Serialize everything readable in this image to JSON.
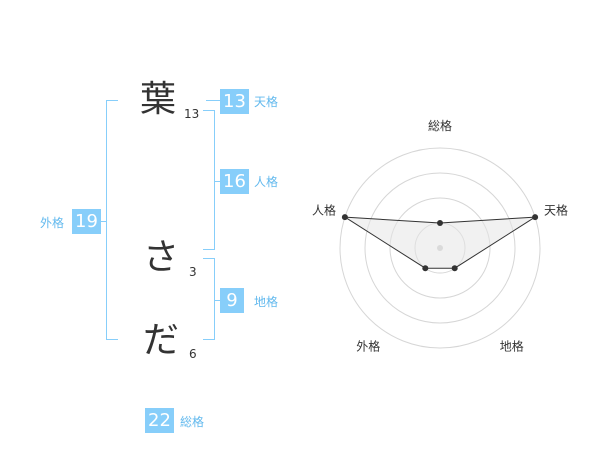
{
  "name_chars": [
    {
      "char": "葉",
      "strokes": "13"
    },
    {
      "char": "さ",
      "strokes": "3"
    },
    {
      "char": "だ",
      "strokes": "6"
    }
  ],
  "fortune": {
    "tenkaku": {
      "value": "13",
      "label": "天格"
    },
    "jinkaku": {
      "value": "16",
      "label": "人格"
    },
    "chikaku": {
      "value": "9",
      "label": "地格"
    },
    "gaikaku": {
      "value": "19",
      "label": "外格"
    },
    "soukaku": {
      "value": "22",
      "label": "総格"
    }
  },
  "colors": {
    "accent": "#87cefa",
    "accent_text": "#62b9ee",
    "text": "#333333"
  },
  "chart_data": {
    "type": "radar",
    "axes": [
      "総格",
      "天格",
      "地格",
      "外格",
      "人格"
    ],
    "levels": 4,
    "values": [
      1,
      4,
      1,
      1,
      4
    ],
    "max": 4
  }
}
